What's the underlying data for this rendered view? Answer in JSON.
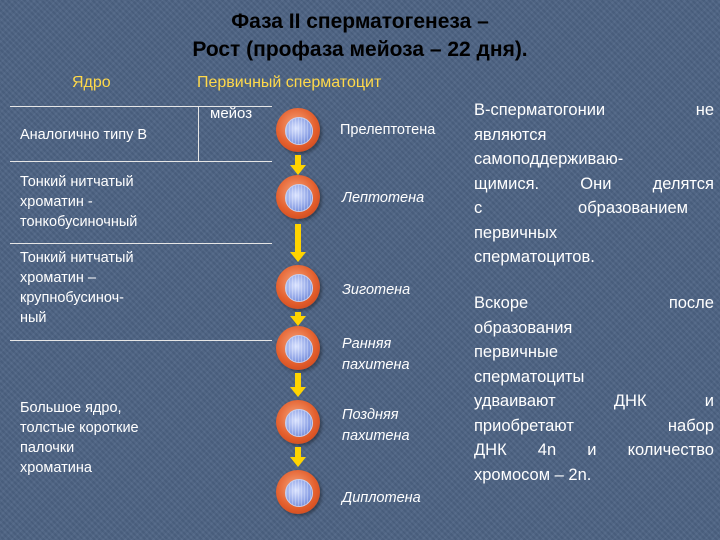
{
  "title": {
    "line1": "Фаза II сперматогенеза –",
    "line2": "Рост (профаза мейоза – 22 дня)."
  },
  "headers": {
    "nucleus": "Ядро",
    "primary_spermatocyte": "Первичный сперматоцит",
    "meiosis": "мейоз"
  },
  "nucleus_descriptions": [
    {
      "lines": [
        "Аналогично типу В"
      ]
    },
    {
      "lines": [
        "Тонкий нитчатый",
        "хроматин -",
        "тонкобусиночный"
      ]
    },
    {
      "lines": [
        "Тонкий нитчатый",
        "хроматин –",
        "крупнобусиноч-",
        "ный"
      ]
    },
    {
      "lines": [
        "Большое ядро,",
        "толстые короткие",
        "палочки",
        "хроматина"
      ]
    }
  ],
  "stages": [
    {
      "lines": [
        "Прелептотена"
      ],
      "italic": false
    },
    {
      "lines": [
        "Лептотена"
      ],
      "italic": true
    },
    {
      "lines": [
        "Зиготена"
      ],
      "italic": true
    },
    {
      "lines": [
        "Ранняя",
        "пахитена"
      ],
      "italic": true
    },
    {
      "lines": [
        "Поздняя",
        "пахитена"
      ],
      "italic": true
    },
    {
      "lines": [
        "Диплотена"
      ],
      "italic": true
    }
  ],
  "right_paragraphs": [
    [
      "В-сперматогонии не",
      "являются",
      "самоподдерживаю-",
      "щимися. Они делятся",
      "с образованием",
      "первичных",
      "сперматоцитов."
    ],
    [
      "Вскоре после",
      "образования",
      "первичные",
      "сперматоциты",
      "удваивают ДНК и",
      "приобретают набор",
      "ДНК 4n и количество",
      "хромосом – 2n."
    ]
  ],
  "icons": {
    "cell": "spermatocyte-cell-icon",
    "arrow": "down-arrow-icon"
  },
  "colors": {
    "background": "#4d6384",
    "title": "#000000",
    "header": "#ffd94a",
    "arrow": "#ffd400",
    "cell_outer": "#e4602e",
    "cell_inner": "#8ea3e6"
  }
}
